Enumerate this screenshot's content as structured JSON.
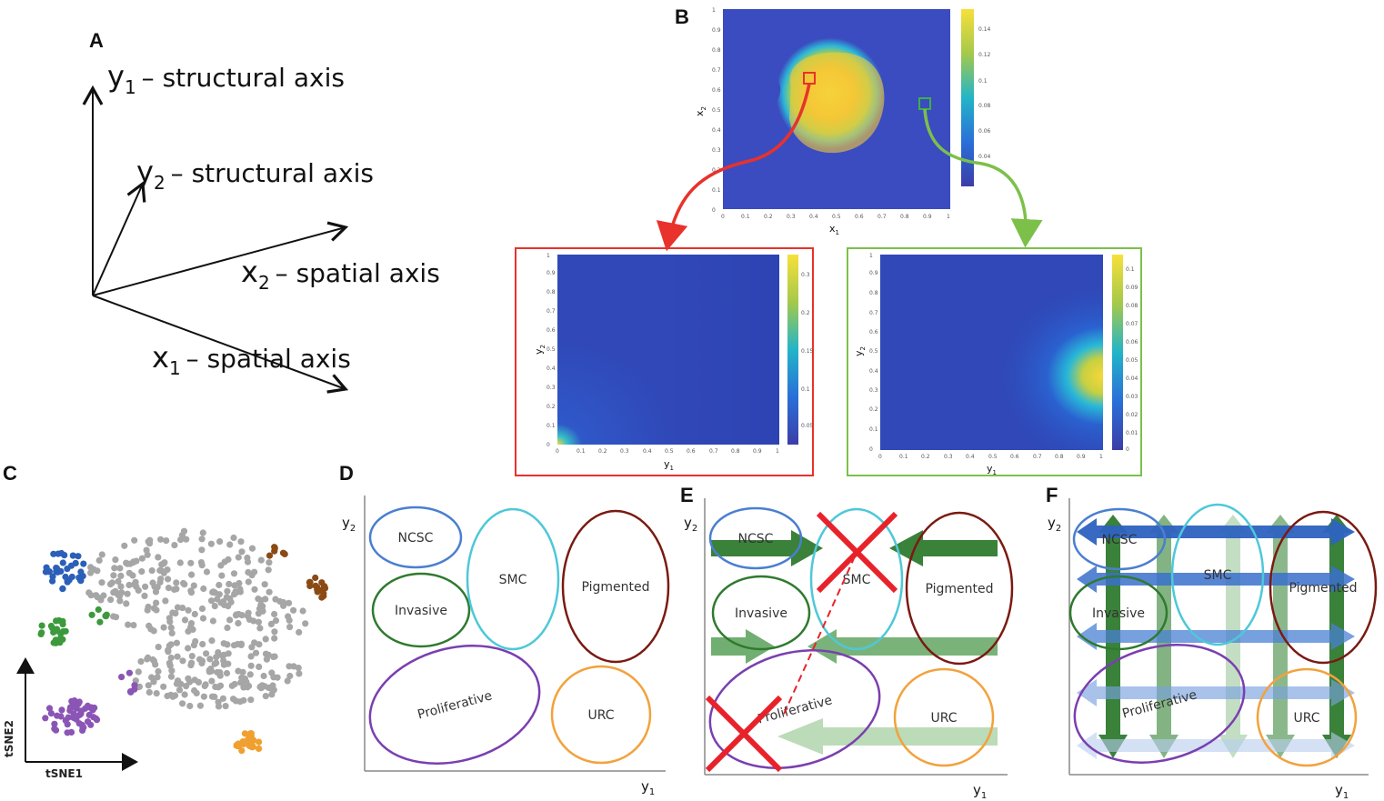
{
  "panels": {
    "A": "A",
    "B": "B",
    "C": "C",
    "D": "D",
    "E": "E",
    "F": "F"
  },
  "panel_a": {
    "y1": "y",
    "y1_sub": "1",
    "y1_text": "– structural axis",
    "y2": "y",
    "y2_sub": "2",
    "y2_text": "– structural axis",
    "x2": "x",
    "x2_sub": "2",
    "x2_text": "– spatial axis",
    "x1": "x",
    "x1_sub": "1",
    "x1_text": "– spatial axis"
  },
  "panel_b": {
    "top_xlabel": "x",
    "top_xlabel_sub": "1",
    "top_ylabel": "x",
    "top_ylabel_sub": "2",
    "left_xlabel": "y",
    "left_xlabel_sub": "1",
    "left_ylabel": "y",
    "left_ylabel_sub": "2",
    "right_xlabel": "y",
    "right_xlabel_sub": "1",
    "right_ylabel": "y",
    "right_ylabel_sub": "2",
    "colors": {
      "red": "#e8322b",
      "green": "#7cc04a",
      "heat_low": "#3b4cc0",
      "heat_high": "#f7e03a"
    }
  },
  "panel_c": {
    "xlabel": "tSNE1",
    "ylabel": "tSNE2",
    "colors": {
      "gray": "#a6a6a6",
      "blue": "#2b5fb8",
      "green": "#3c9a3c",
      "purple": "#8a55b5",
      "brown": "#8b4a14",
      "orange": "#f0a030"
    }
  },
  "diagrams": {
    "xlabel": "y",
    "xlabel_sub": "1",
    "ylabel": "y",
    "ylabel_sub": "2",
    "states": {
      "ncsc": "NCSC",
      "invasive": "Invasive",
      "smc": "SMC",
      "pigmented": "Pigmented",
      "proliferative": "Proliferative",
      "urc": "URC"
    },
    "colors": {
      "ncsc": "#4a7fd0",
      "invasive": "#2f7a2f",
      "smc": "#4ec8d8",
      "pigmented": "#7a1a12",
      "proliferative": "#7a3fb0",
      "urc": "#f2a23c",
      "arrow_green": "#2f7a2f",
      "arrow_blue": "#2d62c0",
      "cross": "#e8222a"
    }
  }
}
